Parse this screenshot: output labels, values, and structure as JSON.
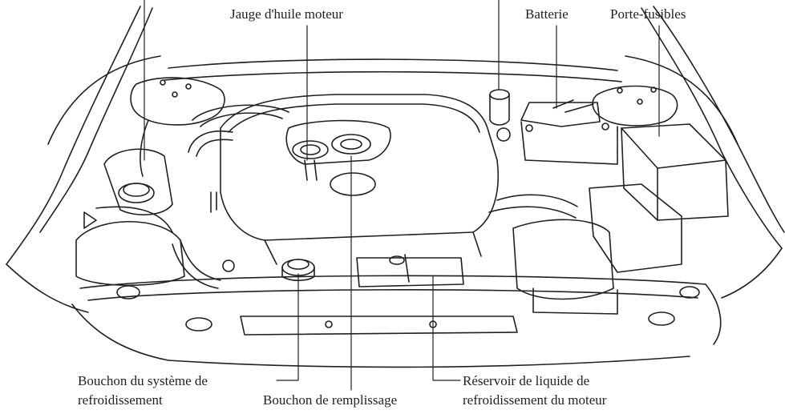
{
  "colors": {
    "ink": "#231f20",
    "background": "#ffffff"
  },
  "labels": {
    "oil_dipstick": "Jauge d'huile moteur",
    "battery": "Batterie",
    "fuse_box": "Porte-fusibles",
    "cooling_cap_line1": "Bouchon du système de",
    "cooling_cap_line2": "refroidissement",
    "filler_cap": "Bouchon de remplissage",
    "coolant_reservoir_line1": "Réservoir de liquide de",
    "coolant_reservoir_line2": "refroidissement du moteur"
  }
}
